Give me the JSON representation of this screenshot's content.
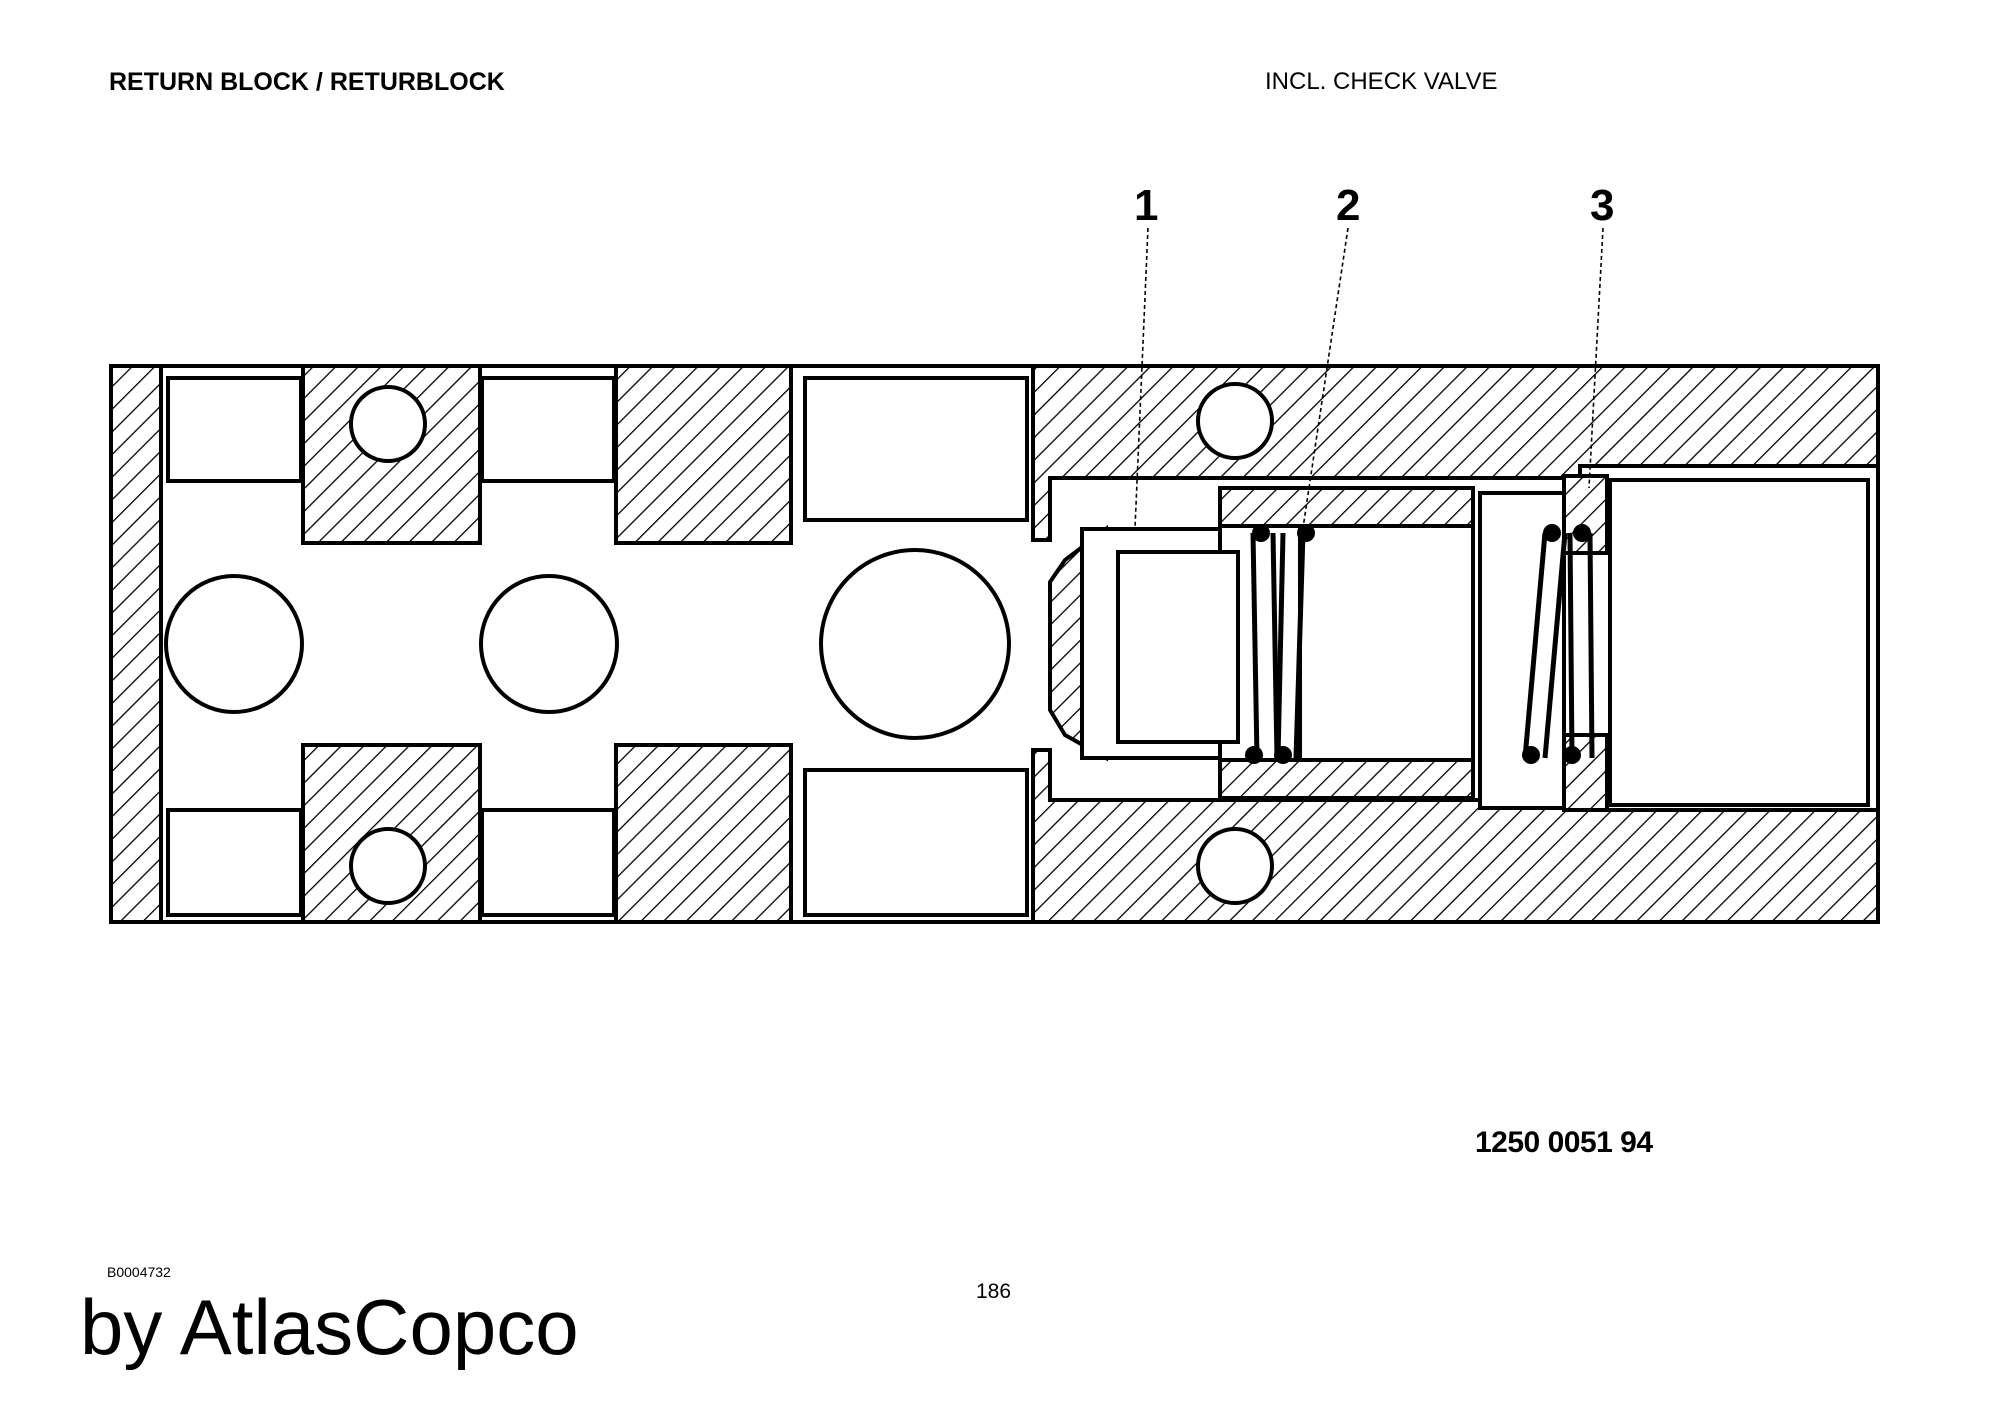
{
  "header": {
    "title": "RETURN BLOCK / RETURBLOCK",
    "subtitle": "INCL. CHECK VALVE"
  },
  "drawing": {
    "callouts": [
      "1",
      "2",
      "3"
    ],
    "part_number": "1250 0051 94",
    "line_color": "#000000",
    "background_color": "#ffffff"
  },
  "footer": {
    "doc_id": "B0004732",
    "page_number": "186",
    "brand": "by AtlasCopco"
  }
}
